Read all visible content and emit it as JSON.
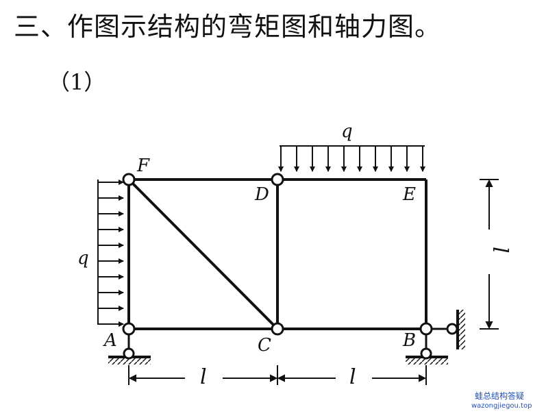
{
  "title": "三、作图示结构的弯矩图和轴力图。",
  "subtitle": "（1）",
  "labels": {
    "A": "A",
    "B": "B",
    "C": "C",
    "D": "D",
    "E": "E",
    "F": "F",
    "q_top": "q",
    "q_left": "q",
    "span_left": "l",
    "span_right": "l",
    "height": "l"
  },
  "watermark": {
    "line1": "蛙总结构答疑",
    "line2": "wazongjiegou.top"
  }
}
